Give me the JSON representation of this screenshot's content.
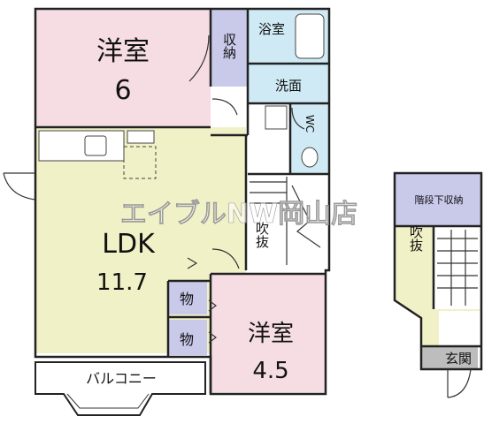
{
  "rooms": {
    "western1_name": "洋室",
    "western1_size": "6",
    "closet": "収納",
    "bath": "浴室",
    "washroom": "洗面",
    "wc": "WC",
    "ldk_name": "LDK",
    "ldk_size": "11.7",
    "fukinuke_main": "吹抜",
    "storage_1": "物",
    "storage_2": "物",
    "western2_name": "洋室",
    "western2_size": "4.5",
    "balcony": "バルコニー",
    "under_stair_storage": "階段下収納",
    "fukinuke_side": "吹抜",
    "entrance": "玄関"
  },
  "watermark": "エイブルNW岡山店",
  "colors": {
    "western": "#f6dde4",
    "closet": "#c9c9ea",
    "wet": "#cfeaf4",
    "ldk": "#f1f1c7",
    "wall": "#222222",
    "entrance": "#bdbdbd"
  }
}
